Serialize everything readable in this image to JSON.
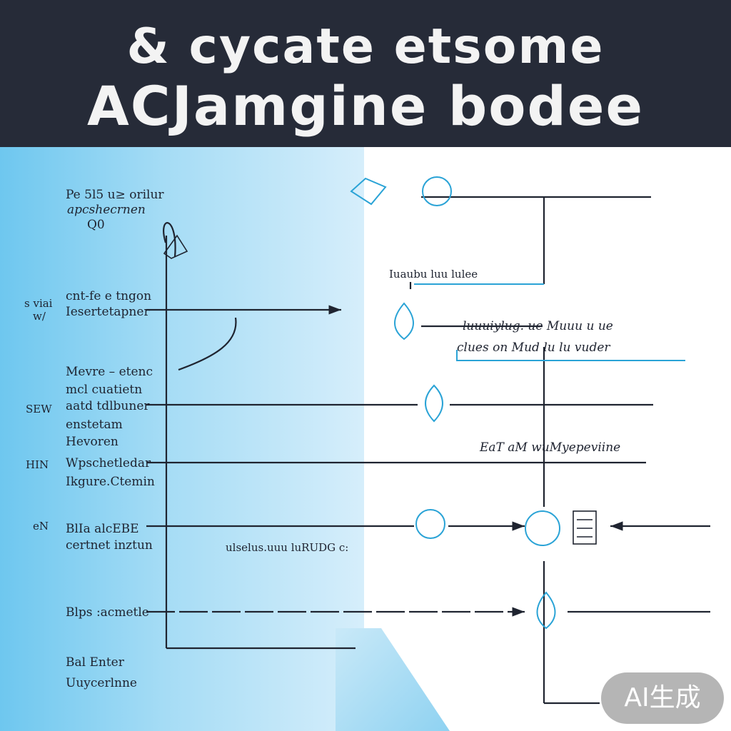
{
  "header": {
    "title_line1": "& cycate  etsome",
    "title_line2": "ACJamgine bodee"
  },
  "labels": {
    "top_left": [
      "Pe 5l5 u≥ orilur",
      "apcshecrnen",
      "Q0"
    ],
    "side_1": [
      "s viai",
      "w/"
    ],
    "block_1": [
      "cnt-fe e tngon",
      "Iesertetapner"
    ],
    "block_2": [
      "Mevre – etenc",
      "mcl cuatietn",
      "aatd tdlbuner",
      "enstetam",
      "Hevoren"
    ],
    "side_2": "SEW",
    "side_3": "HIN",
    "block_3": [
      "Wpschetledar",
      "Ikgure.Ctemin"
    ],
    "side_4": "eN",
    "block_4": [
      "BlIa alcEBE",
      "certnet inztun"
    ],
    "mid_text": "ulselus.uuu luRUDG c:",
    "block_5": "Blps :acmetle",
    "block_6": [
      "Bal Enter",
      "Uuycerlnne"
    ],
    "right_1": "Iuaubu luu lulee",
    "right_2": [
      "luuuiylug. ue Muuu u ue",
      "clues on Mud lu lu vuder"
    ],
    "right_3": "EaT aM wuMyepeviine"
  },
  "badge": "AI生成",
  "colors": {
    "header_bg": "#262b38",
    "panel_blue": "#6ec7ef",
    "accent": "#2aa3d6",
    "line": "#1f2430"
  }
}
